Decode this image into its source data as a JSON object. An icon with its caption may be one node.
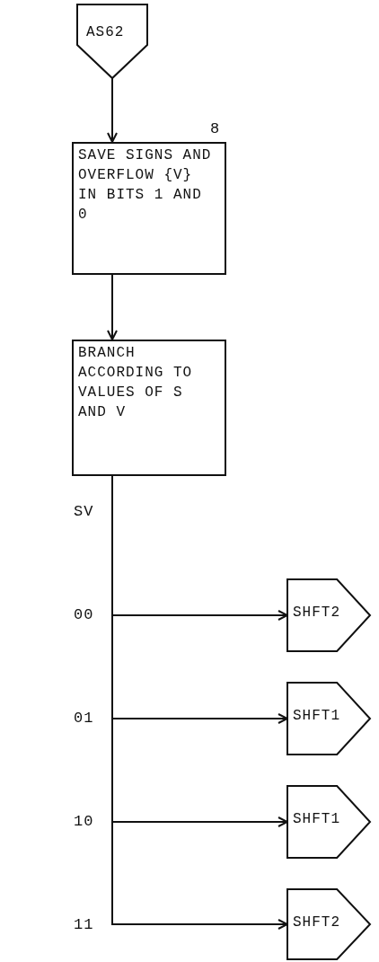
{
  "diagram": {
    "nodes": [
      {
        "text": [
          "AS62"
        ]
      },
      {
        "text": [
          "SAVE SIGNS AND OVERFLOW {V} IN BITS 1 AND 0"
        ],
        "beside": [
          "8"
        ]
      },
      {
        "text": [
          "BRANCH ACCORDING TO VALUES OF S AND V"
        ]
      },
      {
        "text": [
          "SHFT2"
        ]
      },
      {
        "text": [
          "SHFT1"
        ]
      },
      {
        "text": [
          "SHFT1"
        ]
      },
      {
        "text": [
          "SHFT2"
        ]
      }
    ],
    "edges": [
      {
        "from": 0,
        "to": 1,
        "arrow": "to"
      },
      {
        "from": 1,
        "to": 2,
        "arrow": "to"
      },
      {
        "from": 2,
        "to": 3,
        "arrow": "to"
      },
      {
        "from": 2,
        "to": 4,
        "arrow": "to"
      },
      {
        "from": 2,
        "to": 5,
        "arrow": "to"
      },
      {
        "from": 2,
        "to": 6,
        "arrow": "to"
      }
    ],
    "labels": [
      "SV",
      "00",
      "01",
      "10",
      "11"
    ]
  }
}
